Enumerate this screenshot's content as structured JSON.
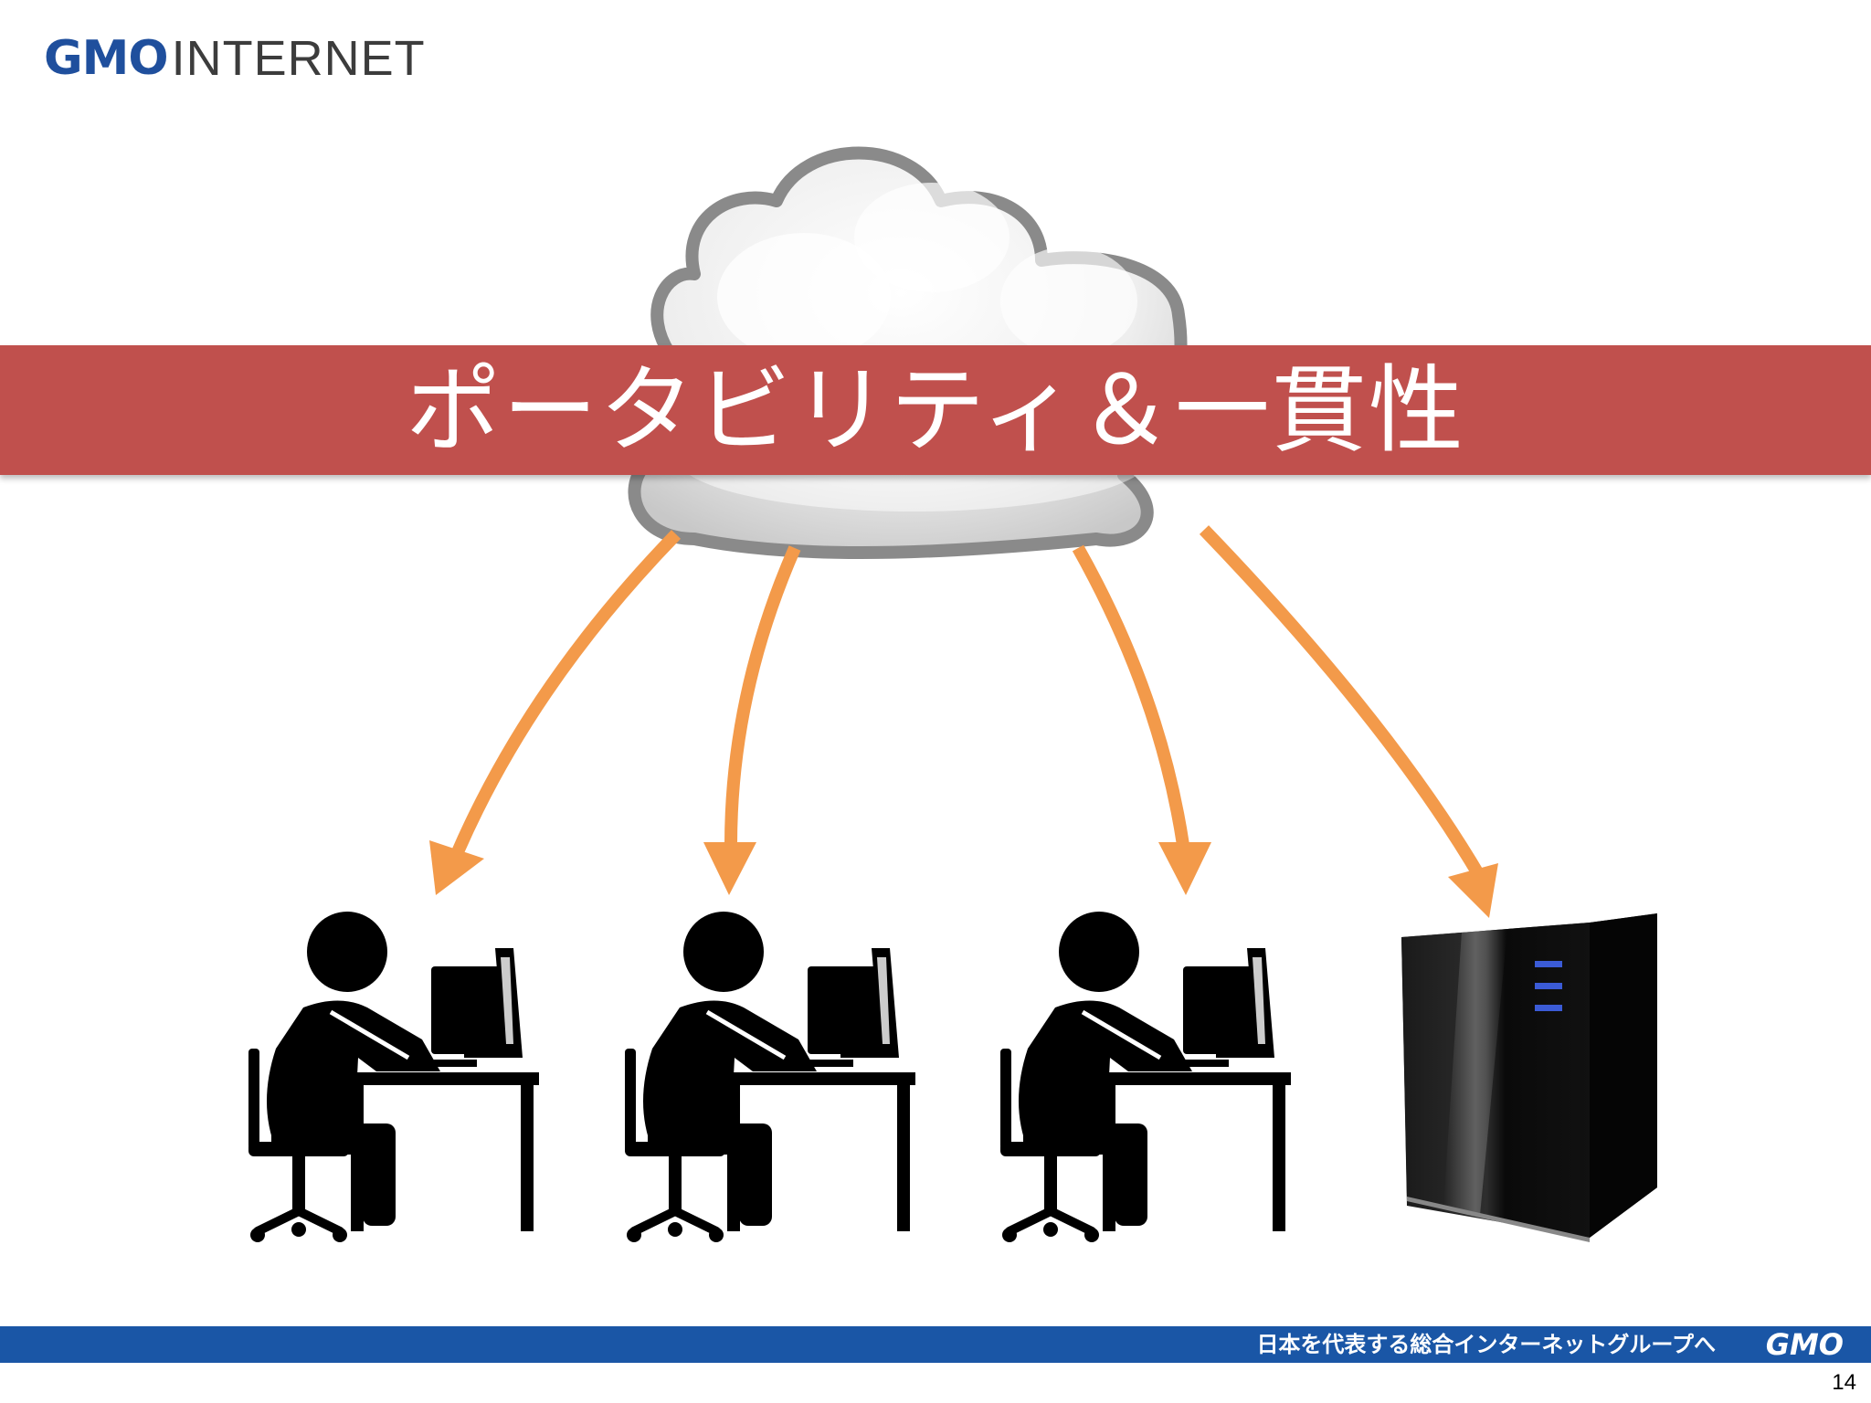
{
  "header": {
    "logo_mark": "GMO",
    "logo_word": "INTERNET"
  },
  "banner": {
    "title": "ポータビリティ＆一貫性"
  },
  "diagram": {
    "nodes": [
      {
        "id": "cloud",
        "icon": "cloud-icon"
      },
      {
        "id": "workstation-1",
        "icon": "person-at-computer-icon"
      },
      {
        "id": "workstation-2",
        "icon": "person-at-computer-icon"
      },
      {
        "id": "workstation-3",
        "icon": "person-at-computer-icon"
      },
      {
        "id": "server",
        "icon": "server-tower-icon"
      }
    ],
    "edges": [
      {
        "from": "cloud",
        "to": "workstation-1"
      },
      {
        "from": "cloud",
        "to": "workstation-2"
      },
      {
        "from": "cloud",
        "to": "workstation-3"
      },
      {
        "from": "cloud",
        "to": "server"
      }
    ],
    "colors": {
      "arrow": "#f39a4a",
      "banner": "#c0504d",
      "footer": "#1a56a6"
    }
  },
  "footer": {
    "tagline": "日本を代表する総合インターネットグループへ",
    "logo": "GMO"
  },
  "page_number": "14"
}
